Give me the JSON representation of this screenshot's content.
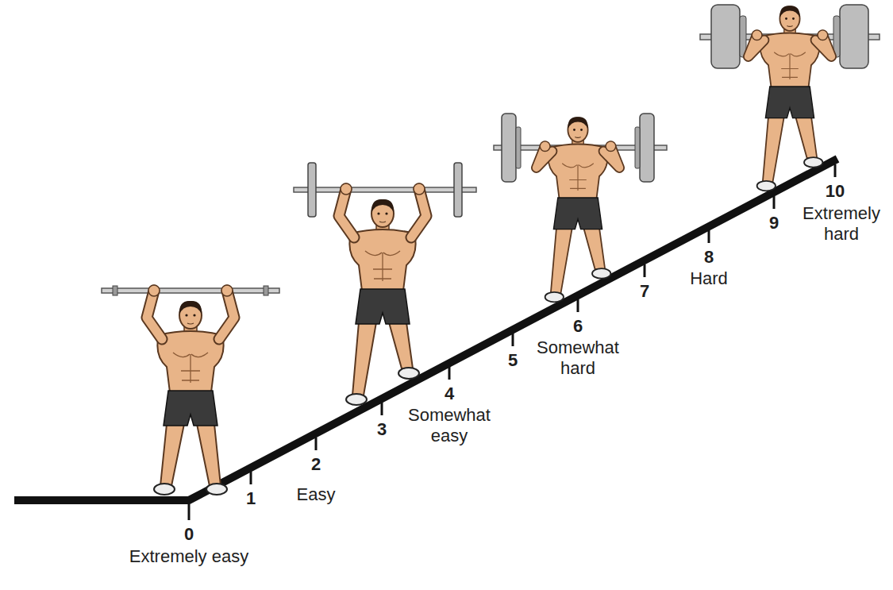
{
  "diagram": {
    "labels": [
      "0",
      "Extremely easy",
      "1",
      "2",
      "Easy",
      "3",
      "4",
      "Somewhat easy",
      "5",
      "6",
      "Somewhat hard",
      "7",
      "8",
      "Hard",
      "9",
      "10",
      "Extremely hard"
    ]
  }
}
